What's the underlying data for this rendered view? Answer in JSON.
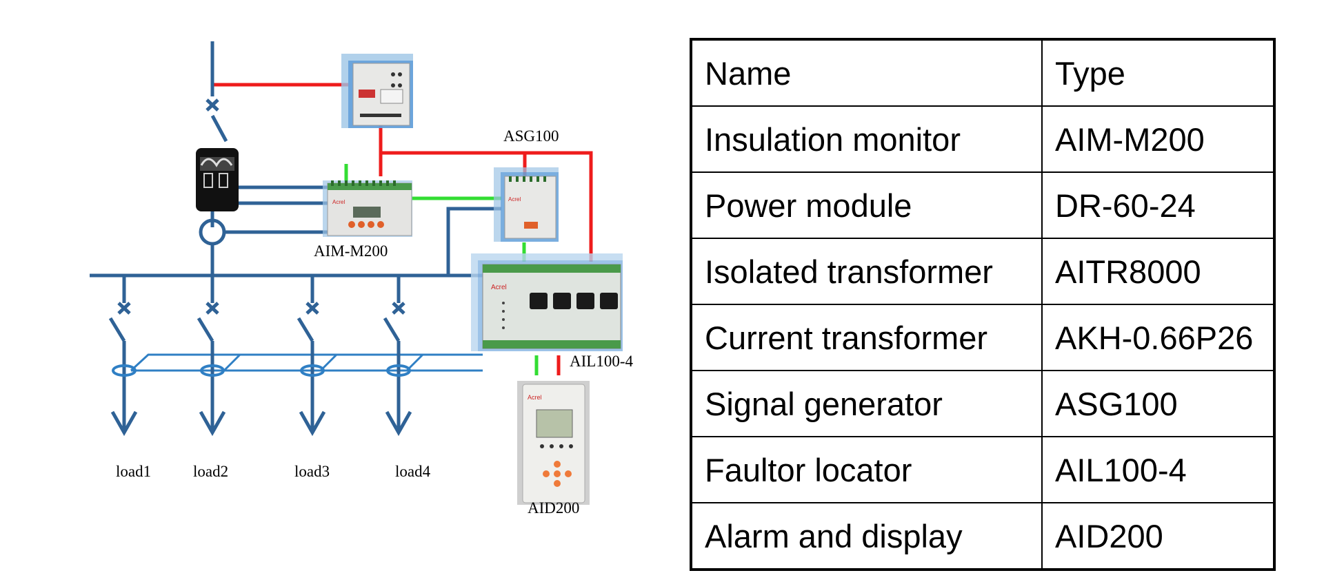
{
  "diagram": {
    "labels": {
      "asg100": "ASG100",
      "aim_m200": "AIM-M200",
      "ail100_4": "AIL100-4",
      "aid200": "AID200"
    },
    "loads": [
      "load1",
      "load2",
      "load3",
      "load4"
    ],
    "device_brand": "Acrel",
    "colors": {
      "bus": "#2f6296",
      "bus_light": "#2f7fc4",
      "power_wire": "#ee1c1c",
      "signal_wire": "#33dd33"
    }
  },
  "table": {
    "headers": [
      "Name",
      "Type"
    ],
    "rows": [
      [
        "Insulation monitor",
        "AIM-M200"
      ],
      [
        "Power module",
        "DR-60-24"
      ],
      [
        "Isolated transformer",
        "AITR8000"
      ],
      [
        "Current transformer",
        "AKH-0.66P26"
      ],
      [
        "Signal generator",
        "ASG100"
      ],
      [
        "Faultor locator",
        "AIL100-4"
      ],
      [
        "Alarm and display",
        "AID200"
      ]
    ]
  }
}
